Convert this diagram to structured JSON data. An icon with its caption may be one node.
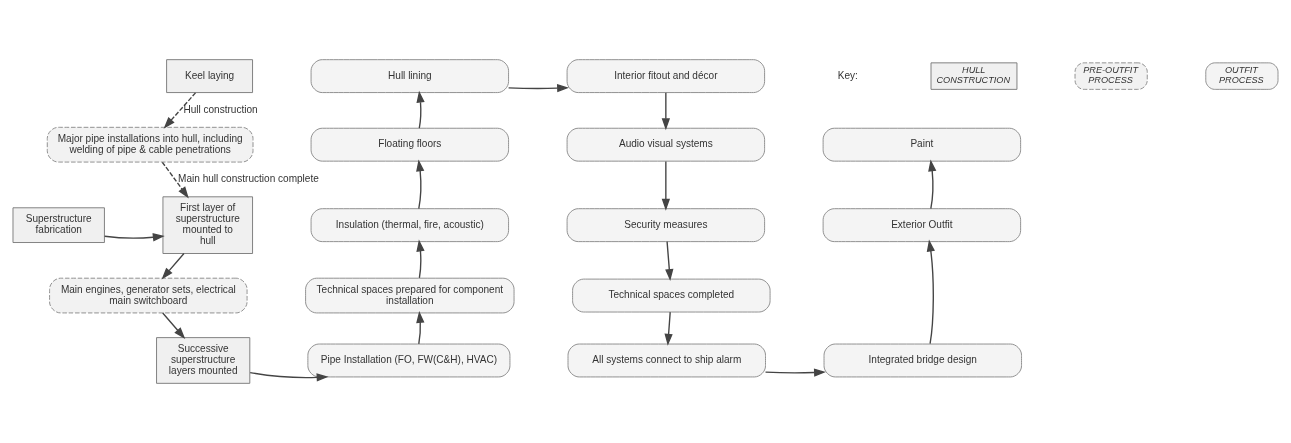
{
  "diagram": {
    "nodes": [
      {
        "text": [
          "Keel laying"
        ]
      },
      {
        "text": [
          "Major pipe installations into hull, including welding of pipe & cable penetrations"
        ]
      },
      {
        "text": [
          "Superstructure fabrication"
        ]
      },
      {
        "text": [
          "First layer of superstructure mounted to hull"
        ]
      },
      {
        "text": [
          "Main engines, generator sets, electrical main switchboard"
        ]
      },
      {
        "text": [
          "Successive superstructure layers mounted"
        ]
      },
      {
        "text": [
          "Pipe Installation (FO, FW(C&H), HVAC)"
        ]
      },
      {
        "text": [
          "Technical spaces prepared for component installation"
        ]
      },
      {
        "text": [
          "Insulation (thermal, fire, acoustic)"
        ]
      },
      {
        "text": [
          "Floating floors"
        ]
      },
      {
        "text": [
          "Hull lining"
        ]
      },
      {
        "text": [
          "Interior fitout and décor"
        ]
      },
      {
        "text": [
          "Audio visual systems"
        ]
      },
      {
        "text": [
          "Security measures"
        ]
      },
      {
        "text": [
          "Technical spaces completed"
        ]
      },
      {
        "text": [
          "All systems connect to ship alarm"
        ]
      },
      {
        "text": [
          "Integrated bridge design"
        ]
      },
      {
        "text": [
          "Exterior Outfit"
        ]
      },
      {
        "text": [
          "Paint"
        ]
      }
    ],
    "edges": [
      {
        "from": 0,
        "to": 1,
        "arrow": "to",
        "label": "Hull construction",
        "style": "dashed"
      },
      {
        "from": 1,
        "to": 3,
        "arrow": "to",
        "label": "Main hull construction complete",
        "style": "dashed"
      },
      {
        "from": 2,
        "to": 3,
        "arrow": "to"
      },
      {
        "from": 3,
        "to": 4,
        "arrow": "to"
      },
      {
        "from": 4,
        "to": 5,
        "arrow": "to"
      },
      {
        "from": 5,
        "to": 6,
        "arrow": "to"
      },
      {
        "from": 6,
        "to": 7,
        "arrow": "to"
      },
      {
        "from": 7,
        "to": 8,
        "arrow": "to"
      },
      {
        "from": 8,
        "to": 9,
        "arrow": "to"
      },
      {
        "from": 9,
        "to": 10,
        "arrow": "to"
      },
      {
        "from": 10,
        "to": 11,
        "arrow": "to"
      },
      {
        "from": 11,
        "to": 12,
        "arrow": "to"
      },
      {
        "from": 12,
        "to": 13,
        "arrow": "to"
      },
      {
        "from": 13,
        "to": 14,
        "arrow": "to"
      },
      {
        "from": 14,
        "to": 15,
        "arrow": "to"
      },
      {
        "from": 15,
        "to": 16,
        "arrow": "to"
      },
      {
        "from": 16,
        "to": 17,
        "arrow": "to"
      },
      {
        "from": 17,
        "to": 18,
        "arrow": "to"
      }
    ],
    "labels": [
      "Key:"
    ],
    "legend": [
      {
        "text": "HULL CONSTRUCTION"
      },
      {
        "text": "PRE-OUTFIT PROCESS"
      },
      {
        "text": "OUTFIT PROCESS"
      }
    ]
  }
}
